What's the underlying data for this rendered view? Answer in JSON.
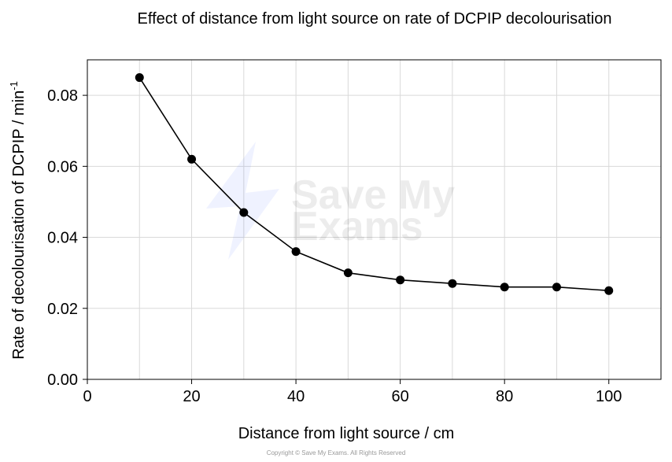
{
  "chart_data": {
    "type": "line",
    "title": "Effect of distance from light source on rate of DCPIP decolourisation",
    "xlabel": "Distance from light source / cm",
    "ylabel": "Rate of decolourisation of DCPIP / min",
    "ylabel_superscript": "-1",
    "x": [
      10,
      20,
      30,
      40,
      50,
      60,
      70,
      80,
      90,
      100
    ],
    "y": [
      0.085,
      0.062,
      0.047,
      0.036,
      0.03,
      0.028,
      0.027,
      0.026,
      0.026,
      0.025
    ],
    "xlim": [
      0,
      110
    ],
    "ylim": [
      0,
      0.09
    ],
    "xticks": [
      "0",
      "20",
      "40",
      "60",
      "80",
      "100"
    ],
    "yticks": [
      "0.00",
      "0.02",
      "0.04",
      "0.06",
      "0.08"
    ],
    "grid": true,
    "markers": true,
    "line_color": "#000000",
    "grid_color": "#d9d9d9"
  },
  "watermark": "Save My Exams",
  "footer": "Copyright © Save My Exams. All Rights Reserved"
}
